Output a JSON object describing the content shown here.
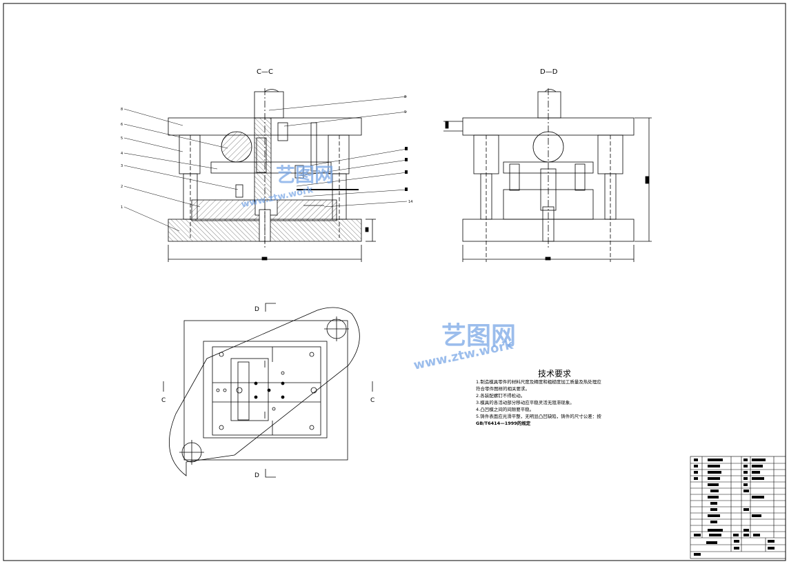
{
  "views": {
    "section_cc": "C—C",
    "section_dd": "D—D",
    "arrow_d_top": "D",
    "arrow_d_bottom": "D",
    "arrow_c_left": "C",
    "arrow_c_right": "C"
  },
  "callouts_left": [
    "8",
    "6",
    "5",
    "4",
    "3",
    "2",
    "1"
  ],
  "callouts_right": [
    "8",
    "9",
    "14"
  ],
  "tech_requirements": {
    "title": "技术要求",
    "lines": [
      "1.制造模具零件的材料尺度及精度和粗糙度加工质量及热处理应",
      "符合零件图样的相关要求。",
      "2.各装配螺钉不得松动。",
      "3.模具的各活动部分移动应平稳灵活无阻滞现象。",
      "4.凸凹模之间的间隙要平稳。",
      "5.铸件表面应光滑平整，无明显凸凹缺陷，铸件的尺寸公差：按",
      "GB/T6414—1999的规定"
    ]
  },
  "watermark": {
    "brand": "艺图网",
    "url": "www.ztw.work"
  }
}
